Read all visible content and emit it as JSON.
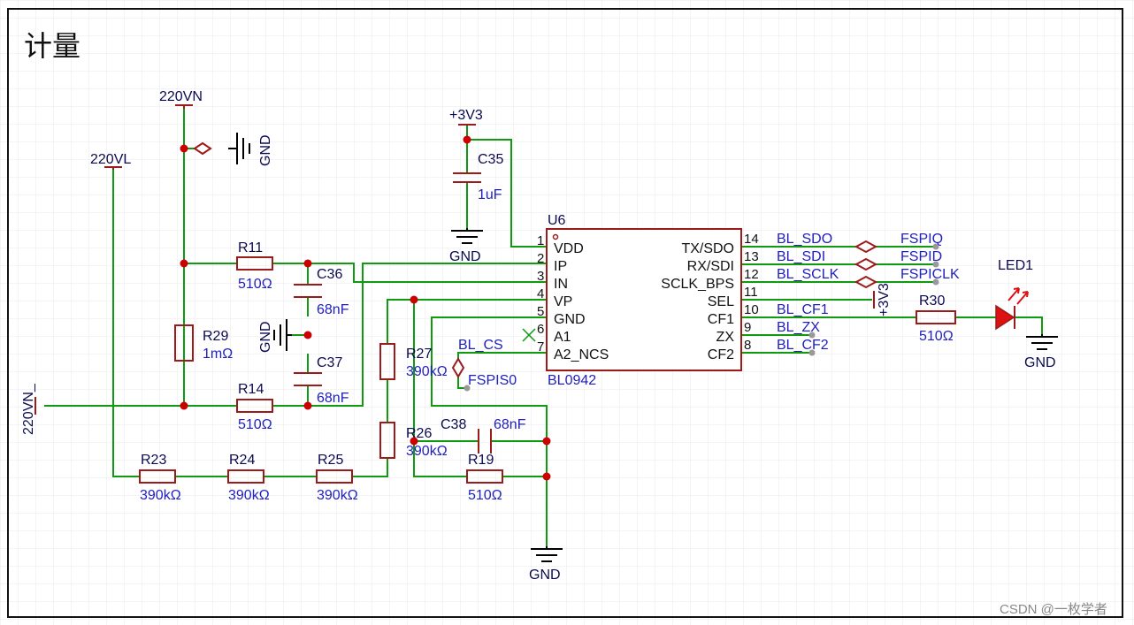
{
  "title": "计量",
  "watermark": "CSDN @一枚学者",
  "colors": {
    "wire": "#119911",
    "component": "#9b1b1b",
    "junction": "#cc0000",
    "net_label": "#2020c0",
    "led": "#dd1111",
    "grid": "#e9e9ee"
  },
  "power": {
    "vn": "220VN",
    "vl": "220VL",
    "vn_left": "220VN_",
    "v33_top": "+3V3",
    "v33_sel": "+3V3",
    "gnd_top": "GND",
    "gnd_c36": "GND",
    "gnd_c35": "GND",
    "gnd_bottom": "GND",
    "gnd_led": "GND"
  },
  "components": {
    "r11": {
      "ref": "R11",
      "value": "510Ω"
    },
    "r14": {
      "ref": "R14",
      "value": "510Ω"
    },
    "r29": {
      "ref": "R29",
      "value": "1mΩ"
    },
    "r23": {
      "ref": "R23",
      "value": "390kΩ"
    },
    "r24": {
      "ref": "R24",
      "value": "390kΩ"
    },
    "r25": {
      "ref": "R25",
      "value": "390kΩ"
    },
    "r26": {
      "ref": "R26",
      "value": "390kΩ"
    },
    "r27": {
      "ref": "R27",
      "value": "390kΩ"
    },
    "r19": {
      "ref": "R19",
      "value": "510Ω"
    },
    "r30": {
      "ref": "R30",
      "value": "510Ω"
    },
    "c35": {
      "ref": "C35",
      "value": "1uF"
    },
    "c36": {
      "ref": "C36",
      "value": "68nF"
    },
    "c37": {
      "ref": "C37",
      "value": "68nF"
    },
    "c38": {
      "ref": "C38",
      "value": "68nF"
    },
    "led1": {
      "ref": "LED1"
    }
  },
  "ic": {
    "ref": "U6",
    "value": "BL0942",
    "left_pins": [
      {
        "num": "1",
        "name": "VDD"
      },
      {
        "num": "2",
        "name": "IP"
      },
      {
        "num": "3",
        "name": "IN"
      },
      {
        "num": "4",
        "name": "VP"
      },
      {
        "num": "5",
        "name": "GND"
      },
      {
        "num": "6",
        "name": "A1"
      },
      {
        "num": "7",
        "name": "A2_NCS"
      }
    ],
    "right_pins": [
      {
        "num": "14",
        "name": "TX/SDO"
      },
      {
        "num": "13",
        "name": "RX/SDI"
      },
      {
        "num": "12",
        "name": "SCLK_BPS"
      },
      {
        "num": "11",
        "name": "SEL"
      },
      {
        "num": "10",
        "name": "CF1"
      },
      {
        "num": "9",
        "name": "ZX"
      },
      {
        "num": "8",
        "name": "CF2"
      }
    ]
  },
  "nets": {
    "bl_sdo": "BL_SDO",
    "bl_sdi": "BL_SDI",
    "bl_sclk": "BL_SCLK",
    "bl_cf1": "BL_CF1",
    "bl_zx": "BL_ZX",
    "bl_cf2": "BL_CF2",
    "bl_cs": "BL_CS",
    "fspiq": "FSPIQ",
    "fspid": "FSPID",
    "fspiclk": "FSPICLK",
    "fspis0": "FSPIS0"
  }
}
